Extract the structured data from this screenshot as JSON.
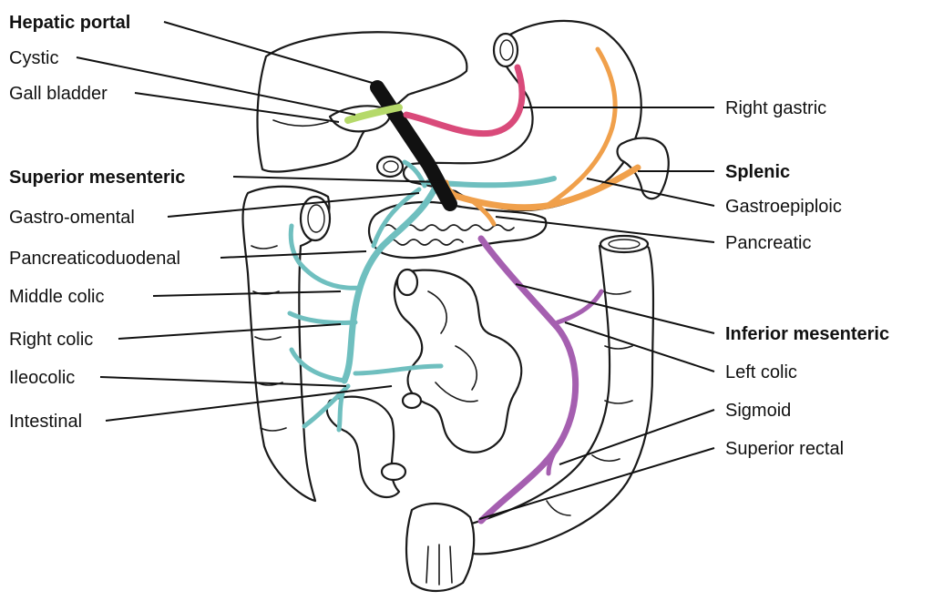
{
  "colors": {
    "portal": "#111111",
    "cystic": "#b5d96a",
    "right_gastric": "#d94a7a",
    "splenic": "#f0a04b",
    "superior_mesenteric": "#6fbfbf",
    "inferior_mesenteric": "#a55fb0"
  },
  "labels_left": [
    {
      "id": "hepatic-portal",
      "text": "Hepatic portal",
      "bold": true
    },
    {
      "id": "cystic",
      "text": "Cystic",
      "bold": false
    },
    {
      "id": "gall-bladder",
      "text": "Gall bladder",
      "bold": false
    },
    {
      "id": "superior-mesenteric",
      "text": "Superior mesenteric",
      "bold": true
    },
    {
      "id": "gastro-omental",
      "text": "Gastro-omental",
      "bold": false
    },
    {
      "id": "pancreaticoduodenal",
      "text": "Pancreaticoduodenal",
      "bold": false
    },
    {
      "id": "middle-colic",
      "text": "Middle colic",
      "bold": false
    },
    {
      "id": "right-colic",
      "text": "Right colic",
      "bold": false
    },
    {
      "id": "ileocolic",
      "text": "Ileocolic",
      "bold": false
    },
    {
      "id": "intestinal",
      "text": "Intestinal",
      "bold": false
    }
  ],
  "labels_right": [
    {
      "id": "right-gastric",
      "text": "Right gastric",
      "bold": false
    },
    {
      "id": "splenic",
      "text": "Splenic",
      "bold": true
    },
    {
      "id": "gastroepiploic",
      "text": "Gastroepiploic",
      "bold": false
    },
    {
      "id": "pancreatic",
      "text": "Pancreatic",
      "bold": false
    },
    {
      "id": "inferior-mesenteric",
      "text": "Inferior mesenteric",
      "bold": true
    },
    {
      "id": "left-colic",
      "text": "Left colic",
      "bold": false
    },
    {
      "id": "sigmoid",
      "text": "Sigmoid",
      "bold": false
    },
    {
      "id": "superior-rectal",
      "text": "Superior rectal",
      "bold": false
    }
  ]
}
